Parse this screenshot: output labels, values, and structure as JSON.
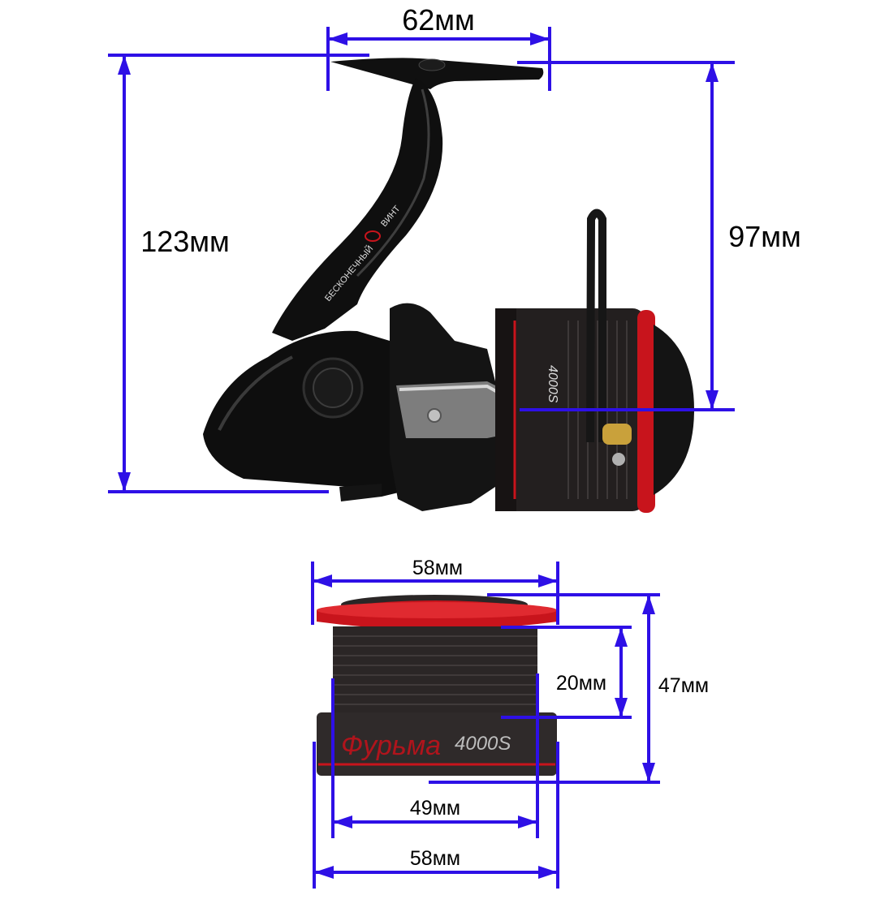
{
  "colors": {
    "dimension_line": "#2e10e6",
    "reel_body": "#111111",
    "reel_highlight": "#3a3a3a",
    "accent_red": "#c8141c",
    "spool_dark": "#2b2626",
    "brass": "#c9a13b",
    "chrome": "#9a9a9a"
  },
  "reel": {
    "spool_model_text": "4000S",
    "side_text": "БЕСКОНЕЧНЫЙ",
    "side_text_2": "ВИНТ",
    "dimensions": {
      "handle_width": "62мм",
      "total_height": "123мм",
      "axis_height": "97мм"
    }
  },
  "spool": {
    "brand_text": "Фурьма",
    "model_text": "4000S",
    "dimensions": {
      "lip_diameter": "58мм",
      "line_depth": "20мм",
      "total_height": "47мм",
      "arbor_diameter": "49мм",
      "skirt_diameter": "58мм"
    }
  }
}
